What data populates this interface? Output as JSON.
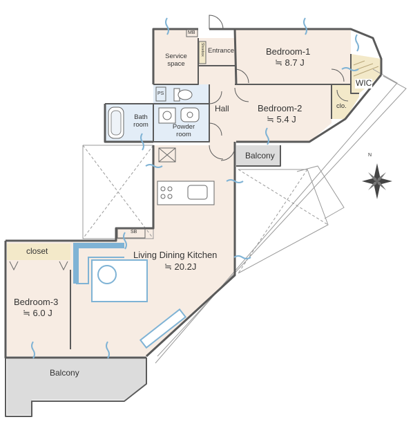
{
  "rooms": {
    "bedroom1": {
      "name": "Bedroom-1",
      "area": "≒ 8.7 J"
    },
    "bedroom2": {
      "name": "Bedroom-2",
      "area": "≒ 5.4 J"
    },
    "bedroom3": {
      "name": "Bedroom-3",
      "area": "≒ 6.0 J"
    },
    "ldk": {
      "name": "Living Dining Kitchen",
      "area": "≒ 20.2J"
    },
    "service_space": {
      "line1": "Service",
      "line2": "space"
    },
    "entrance": "Entrance",
    "hall": "Hall",
    "bath": {
      "line1": "Bath",
      "line2": "room"
    },
    "powder": {
      "line1": "Powder",
      "line2": "room"
    },
    "wic": "WIC",
    "clo": "clo.",
    "closet": "closet",
    "balcony_north": "Balcony",
    "balcony_south": "Balcony"
  },
  "tags": {
    "mb": "MB",
    "ps": "PS",
    "sb": "SB",
    "shoe": "Shoebox"
  },
  "compass": {
    "label": "N"
  },
  "colors": {
    "floor": "#f7ece3",
    "wet": "#e3edf7",
    "balcony": "#dcdcdc",
    "wall": "#5a5a5a",
    "accent": "#7fb3d5",
    "closet": "#f3e9c9"
  }
}
